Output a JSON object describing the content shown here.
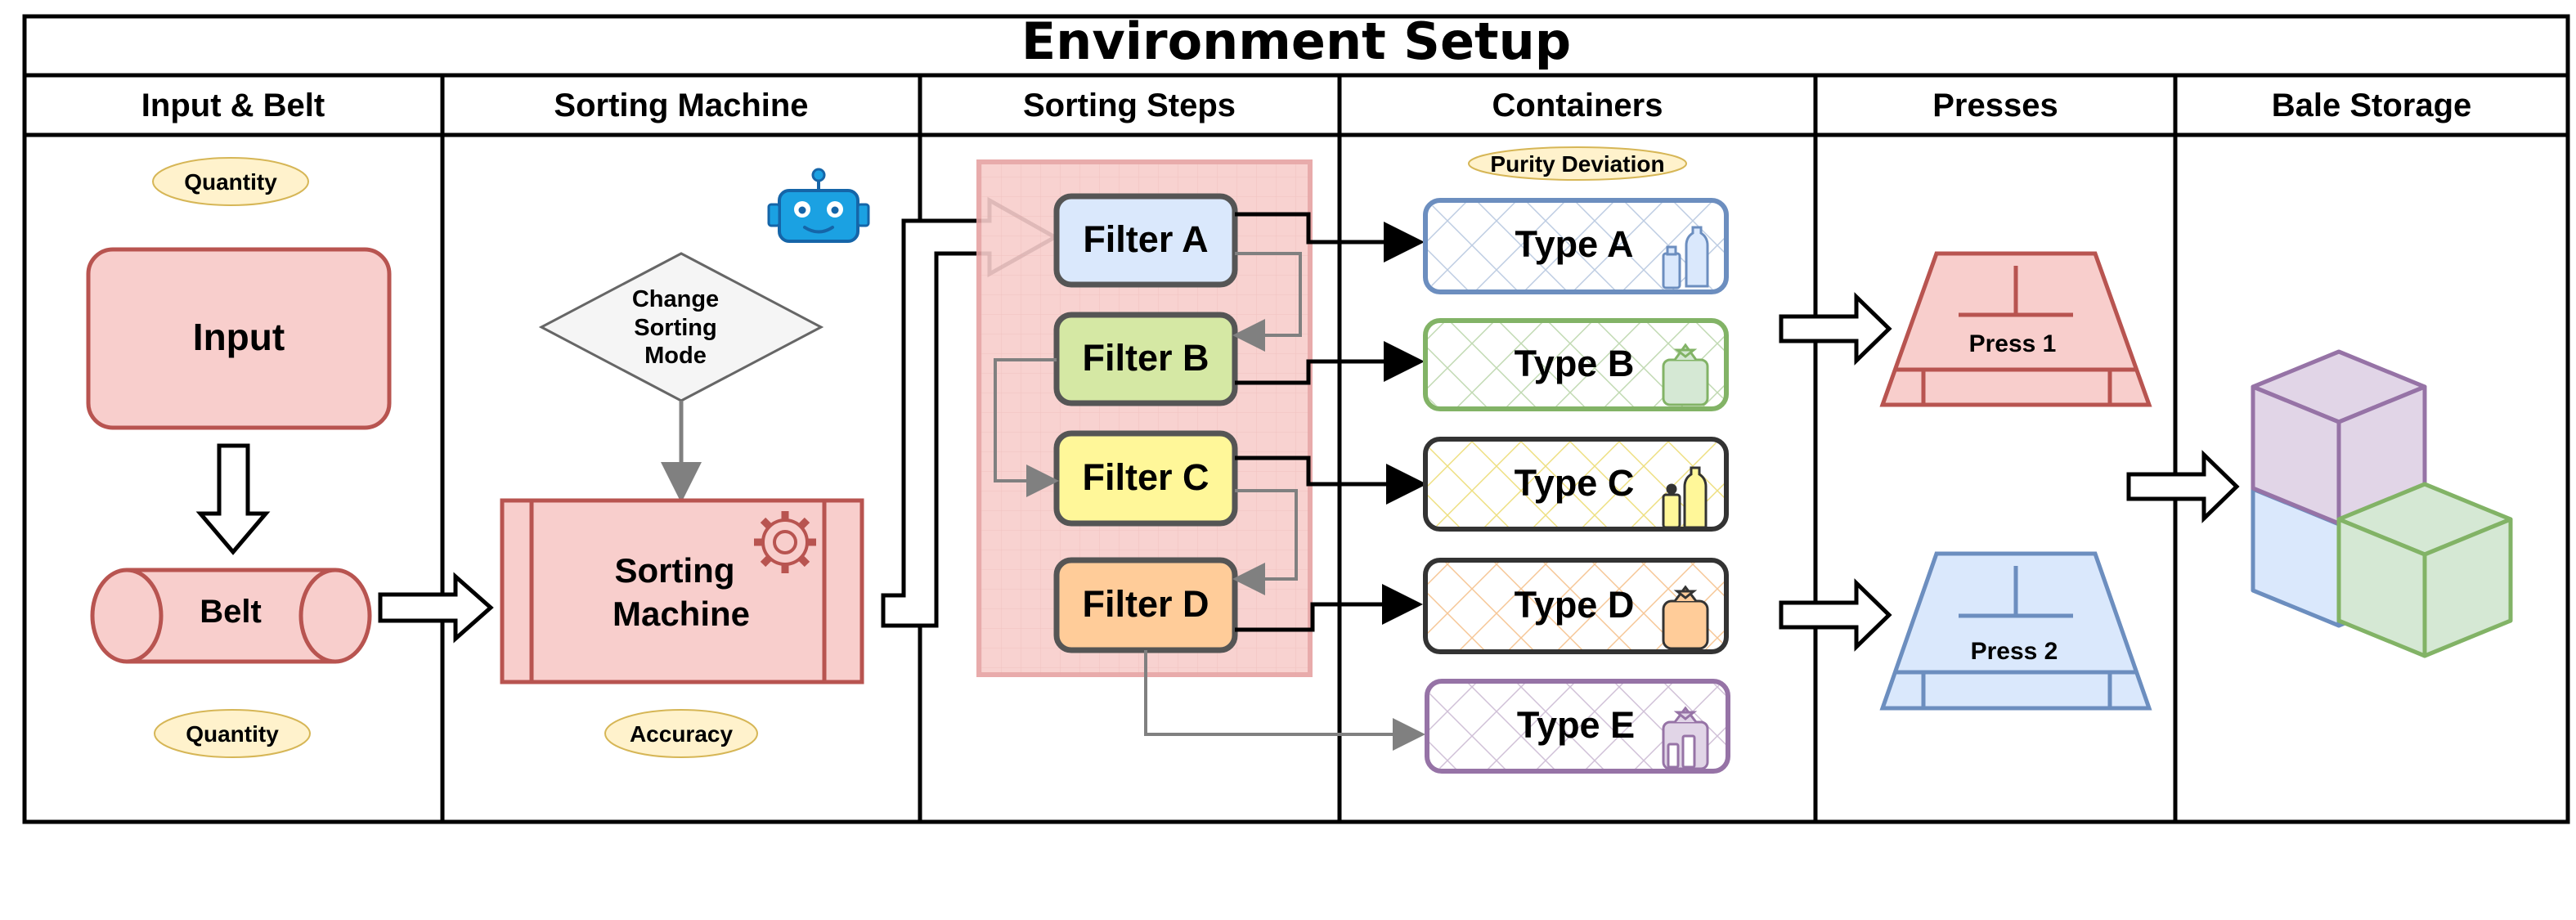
{
  "title": "Environment Setup",
  "columns": {
    "input_belt": "Input & Belt",
    "sorting_machine": "Sorting Machine",
    "sorting_steps": "Sorting Steps",
    "containers": "Containers",
    "presses": "Presses",
    "bale_storage": "Bale Storage"
  },
  "input_belt": {
    "quantity_top": "Quantity",
    "input": "Input",
    "belt": "Belt",
    "quantity_bottom": "Quantity"
  },
  "sorting_machine": {
    "decision": [
      "Change",
      "Sorting",
      "Mode"
    ],
    "machine": [
      "Sorting",
      "Machine"
    ],
    "accuracy": "Accuracy"
  },
  "filters": [
    "Filter A",
    "Filter B",
    "Filter C",
    "Filter D"
  ],
  "containers": {
    "purity": "Purity Deviation",
    "types": [
      "Type A",
      "Type B",
      "Type C",
      "Type D",
      "Type E"
    ]
  },
  "presses": [
    "Press 1",
    "Press 2"
  ],
  "colors": {
    "red_fill": "#f8cecc",
    "red_stroke": "#b85450",
    "blue_fill": "#dae8fc",
    "blue_stroke": "#6c8ebf",
    "green_fill": "#d5e8d4",
    "green_stroke": "#82b366",
    "yellow_fill": "#fff2a8",
    "yellow_stroke": "#d6b656",
    "orange_fill": "#ffcc99",
    "orange_stroke": "#d79b00",
    "purple_fill": "#e1d5e7",
    "purple_stroke": "#9673a6",
    "robot": "#1ba1e2"
  }
}
